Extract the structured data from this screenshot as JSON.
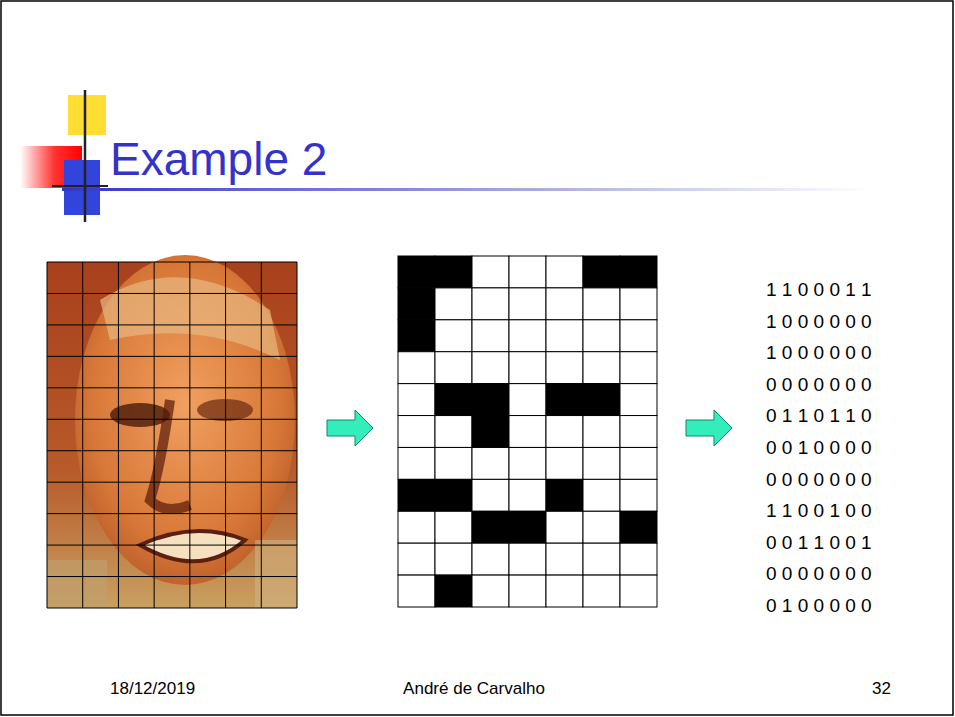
{
  "diagram": {
    "title": "Example 2",
    "labels": [
      "1 1 0 0 0 1 1",
      "1 0 0 0 0 0 0",
      "1 0 0 0 0 0 0",
      "0 0 0 0 0 0 0",
      "0 1 1 0 1 1 0",
      "0 0 1 0 0 0 0",
      "0 0 0 0 0 0 0",
      "1 1 0 0 1 0 0",
      "0 0 1 1 0 0 1",
      "0 0 0 0 0 0 0",
      "0 1 0 0 0 0 0",
      "18/12/2019",
      "André de Carvalho",
      "32"
    ]
  }
}
